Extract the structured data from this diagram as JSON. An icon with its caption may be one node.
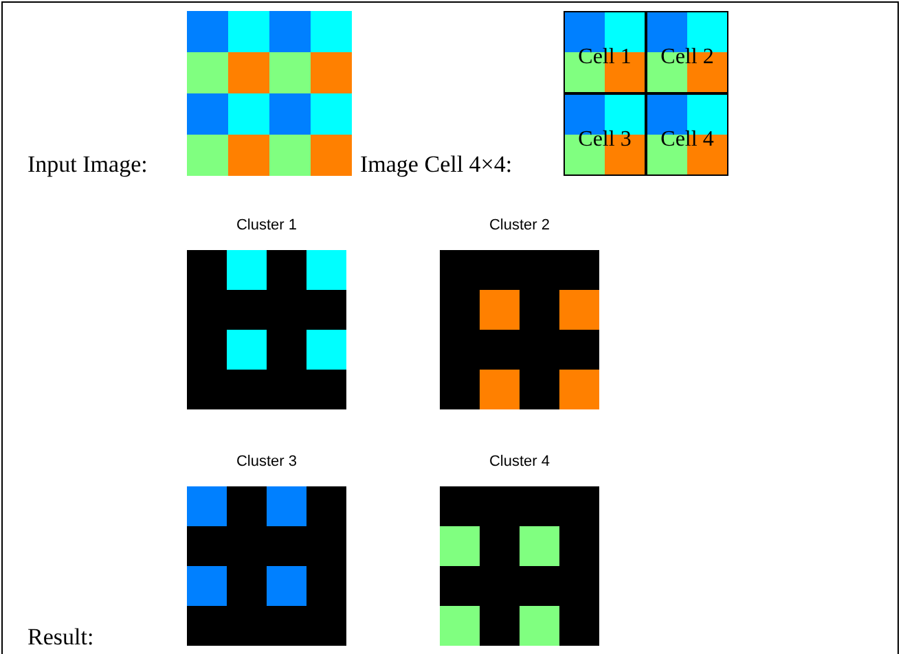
{
  "diagram": {
    "nodes": [
      {
        "text": [
          "Cell 1"
        ]
      },
      {
        "text": [
          "Cell 2"
        ]
      },
      {
        "text": [
          "Cell 3"
        ]
      },
      {
        "text": [
          "Cell 4"
        ]
      },
      {
        "text": [
          "Cluster 1"
        ]
      },
      {
        "text": [
          "Cluster 2"
        ]
      },
      {
        "text": [
          "Cluster 3"
        ]
      },
      {
        "text": [
          "Cluster 4"
        ]
      }
    ],
    "labels": [
      "Input Image:",
      "Image Cell 4×4:",
      "Result:"
    ]
  }
}
